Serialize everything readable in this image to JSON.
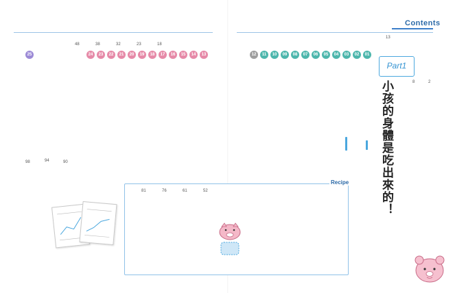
{
  "header": {
    "title": "Contents"
  },
  "part": {
    "label": "Part1",
    "title": "小孩的身體是吃出來的！"
  },
  "recipe": {
    "label": "Recipe"
  },
  "page_numbers": [
    "8",
    "2",
    "13",
    "94",
    "98",
    "90",
    "81",
    "76",
    "61",
    "52",
    "48",
    "38",
    "32",
    "23",
    "18"
  ],
  "chapter_badges": [
    "25",
    "24",
    "23",
    "22",
    "21",
    "20",
    "19",
    "18",
    "17",
    "16",
    "15",
    "14",
    "13",
    "12",
    "11",
    "10",
    "09",
    "08",
    "07",
    "06",
    "05",
    "04",
    "03",
    "02",
    "01"
  ],
  "right_page_columns": [
    "",
    "",
    "",
    "",
    "",
    "",
    "",
    "",
    "",
    "",
    "",
    "",
    ""
  ],
  "left_page_columns": [
    "",
    "",
    "",
    "",
    "",
    "",
    "",
    "",
    "",
    "",
    "",
    "",
    "",
    "",
    ""
  ],
  "recipe_columns": [
    "",
    "",
    "",
    "",
    "",
    "",
    "",
    "",
    "",
    "",
    "",
    "",
    "",
    ""
  ],
  "colors": {
    "accent_blue": "#3493d2",
    "text_blue": "#1f6bb8",
    "badge_teal": "#4db6ac",
    "badge_pink": "#e68aa8",
    "badge_purple": "#9c8ad6",
    "badge_grey": "#9e9e9e"
  }
}
